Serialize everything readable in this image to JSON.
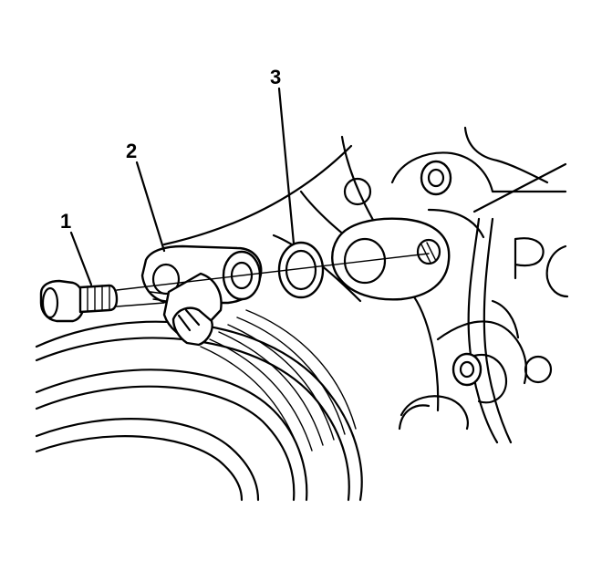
{
  "callouts": [
    {
      "id": "1",
      "label": "1"
    },
    {
      "id": "2",
      "label": "2"
    },
    {
      "id": "3",
      "label": "3"
    }
  ],
  "colors": {
    "ink": "#000000",
    "paper": "#ffffff"
  },
  "icons": {
    "casting_letter": "P"
  }
}
